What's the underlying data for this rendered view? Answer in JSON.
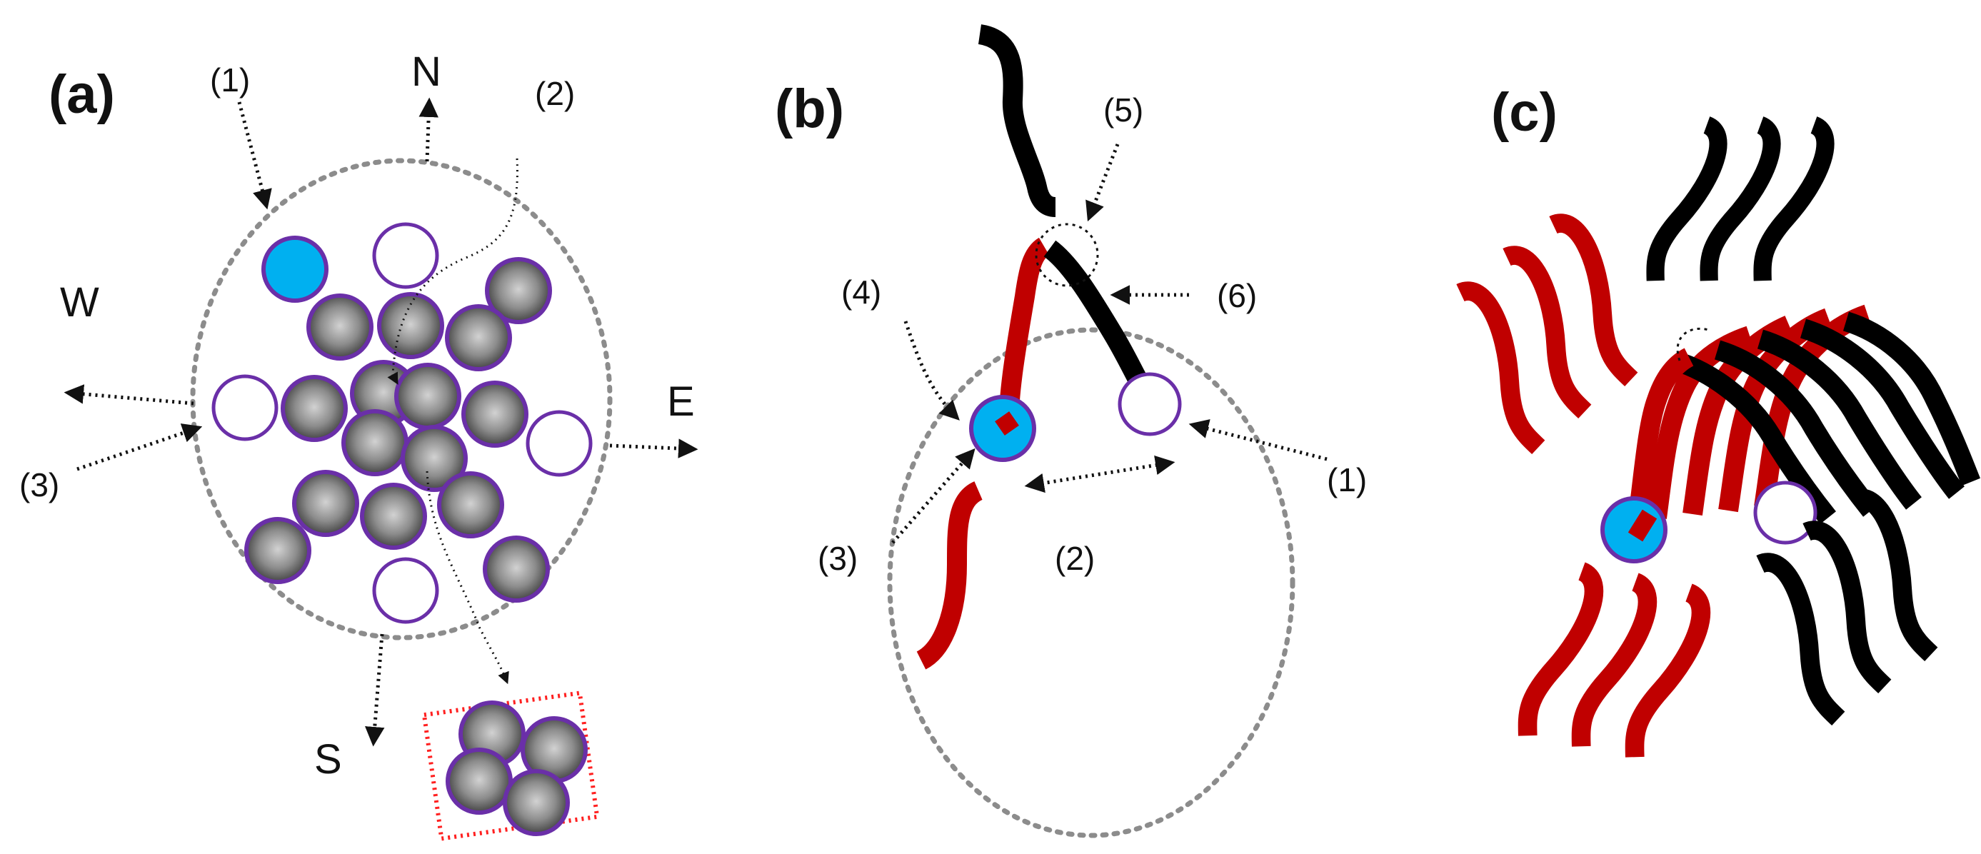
{
  "panels": [
    {
      "id": "a",
      "label": "(a)",
      "annotations": [
        "(1)",
        "(2)",
        "(3)"
      ],
      "directions": {
        "north": "N",
        "south": "S",
        "east": "E",
        "west": "W"
      }
    },
    {
      "id": "b",
      "label": "(b)",
      "annotations": [
        "(1)",
        "(2)",
        "(3)",
        "(4)",
        "(5)",
        "(6)"
      ]
    },
    {
      "id": "c",
      "label": "(c)"
    }
  ],
  "colors": {
    "ellipse": "#8c8c8c",
    "particle_gray": "#7a7a7a",
    "particle_blue": "#00b0f0",
    "particle_outline": "#6a2fa8",
    "molecule_red": "#c00000",
    "molecule_black": "#000000",
    "cluster_outline": "#ff2020"
  }
}
